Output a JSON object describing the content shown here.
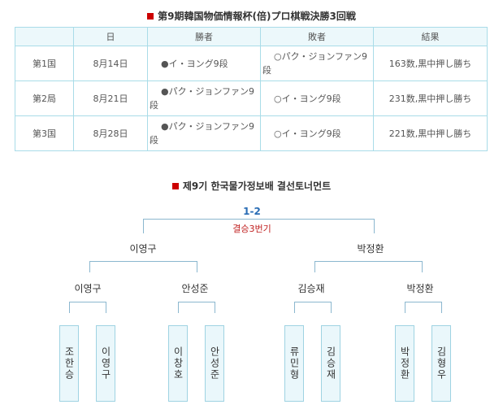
{
  "header1": "第9期韓国物価情報杯(倍)プロ棋戦決勝3回戦",
  "table": {
    "headers": [
      "",
      "日",
      "勝者",
      "敗者",
      "結果"
    ],
    "rows": [
      {
        "game": "第1国",
        "date": "8月14日",
        "winner": "●イ・ヨング9段",
        "loser": "○パク・ジョンファン9段",
        "result": "163数,黒中押し勝ち"
      },
      {
        "game": "第2局",
        "date": "8月21日",
        "winner": "●パク・ジョンファン9段",
        "loser": "○イ・ヨング9段",
        "result": "231数,黒中押し勝ち"
      },
      {
        "game": "第3国",
        "date": "8月28日",
        "winner": "●パク・ジョンファン9段",
        "loser": "○イ・ヨング9段",
        "result": "221数,黒中押し勝ち"
      }
    ]
  },
  "header2": "제9기 한국물가정보배 결선토너먼트",
  "bracket": {
    "final_score": "1-2",
    "final_note": "결승3번기",
    "semi": [
      "이영구",
      "박정환"
    ],
    "quarter": [
      "이영구",
      "안성준",
      "김승재",
      "박정환"
    ],
    "players": [
      "조한승",
      "이영구",
      "이창호",
      "안성준",
      "류민형",
      "김승재",
      "박정환",
      "김형우"
    ]
  }
}
